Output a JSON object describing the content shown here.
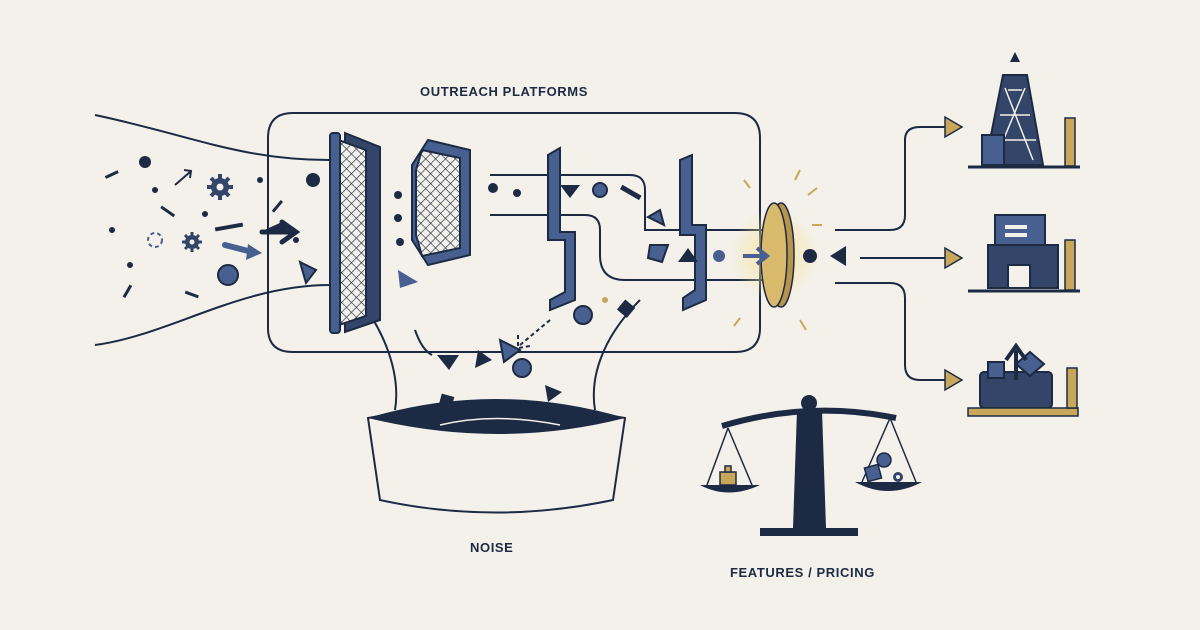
{
  "labels": {
    "top": "OUTREACH PLATFORMS",
    "bottom": "NOISE",
    "right": "FEATURES / PRICING"
  },
  "colors": {
    "background": "#f3f1ea",
    "navy": "#1c2a44",
    "slate": "#48608f",
    "slate_dark": "#34456a",
    "gold": "#c9a75a",
    "gold_glow": "#f2d47e"
  },
  "icons": [
    "filter-mesh-icon",
    "gear-icon",
    "arrow-icon",
    "funnel-bin-icon",
    "balance-scale-icon",
    "oil-derrick-icon",
    "factory-icon",
    "growth-platform-icon",
    "gold-disc-icon"
  ]
}
